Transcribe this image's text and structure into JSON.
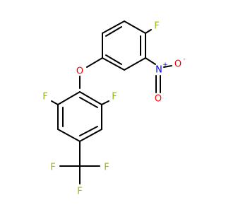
{
  "molecule": {
    "colors": {
      "bond": "#000000",
      "fluorine": "#90c000",
      "oxygen": "#ff0000",
      "nitrogen": "#0000ff"
    },
    "atoms": {
      "F_para_nitro_ring": "F",
      "O_ether": "O",
      "N_nitro": "N",
      "N_charge": "+",
      "O_nitro_single": "O",
      "O_nitro_single_charge": "-",
      "O_nitro_double": "O",
      "F_left": "F",
      "F_right": "F",
      "F_cf3_left": "F",
      "F_cf3_right": "F",
      "F_cf3_bottom": "F"
    }
  }
}
